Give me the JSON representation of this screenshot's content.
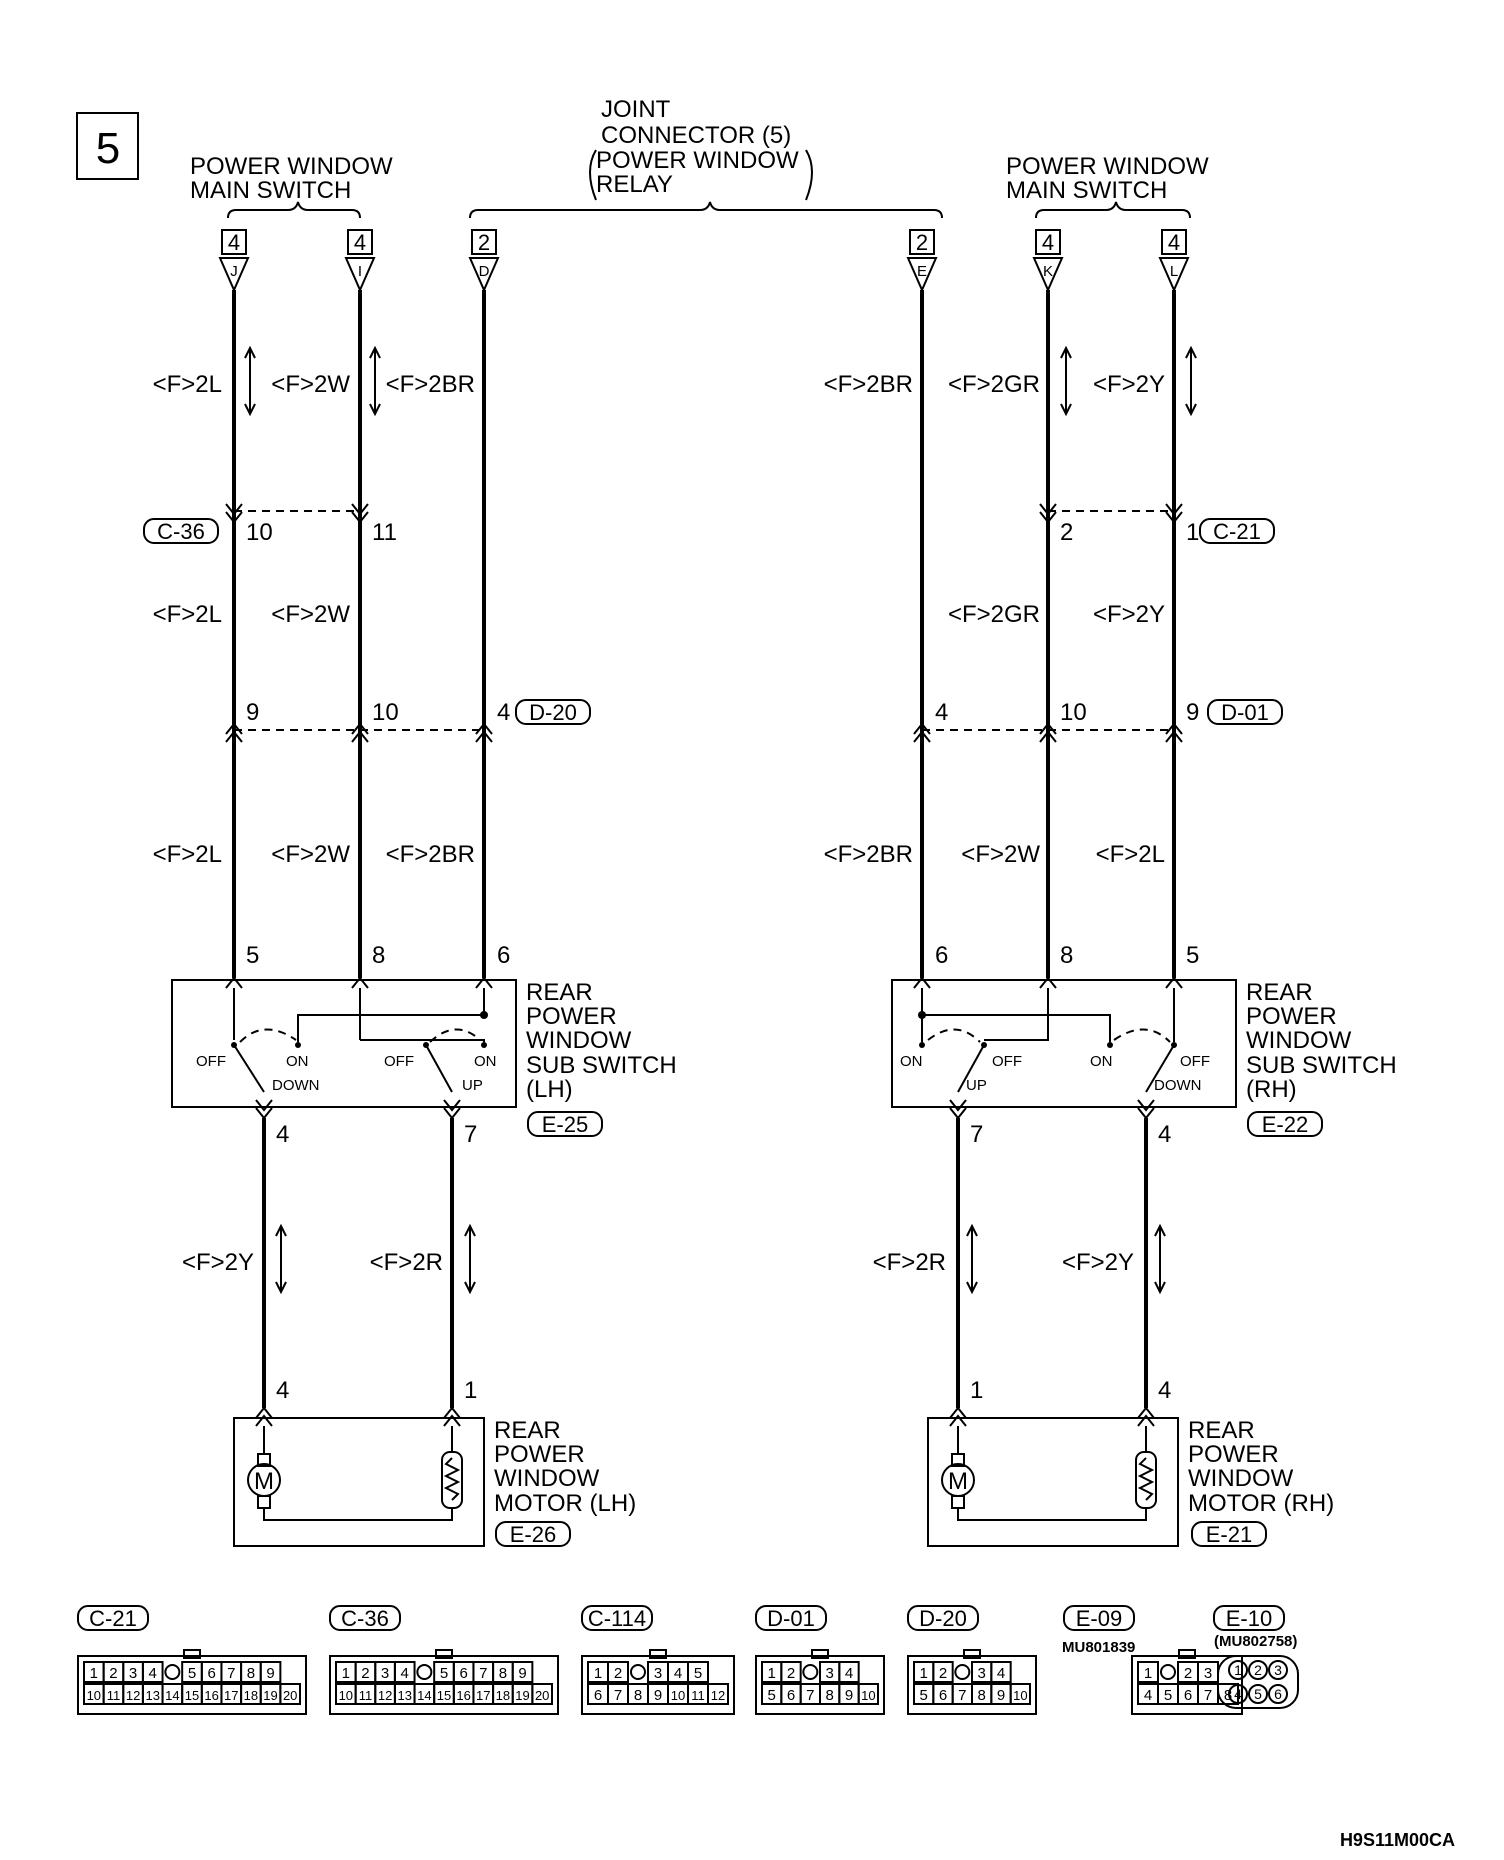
{
  "page_number": "5",
  "footer_code": "H9S11M00CA",
  "top_labels": {
    "main_switch_left": [
      "POWER WINDOW",
      "MAIN SWITCH"
    ],
    "joint_connector": [
      "JOINT",
      "CONNECTOR (5)",
      "POWER WINDOW",
      "RELAY"
    ],
    "main_switch_right": [
      "POWER WINDOW",
      "MAIN SWITCH"
    ]
  },
  "terminals": [
    {
      "num": "4",
      "letter": "J"
    },
    {
      "num": "4",
      "letter": "I"
    },
    {
      "num": "2",
      "letter": "D"
    },
    {
      "num": "2",
      "letter": "E"
    },
    {
      "num": "4",
      "letter": "K"
    },
    {
      "num": "4",
      "letter": "L"
    }
  ],
  "wire_labels": {
    "row1": [
      "<F>2L",
      "<F>2W",
      "<F>2BR",
      "<F>2BR",
      "<F>2GR",
      "<F>2Y"
    ],
    "row2": [
      "<F>2L",
      "<F>2W",
      "<F>2GR",
      "<F>2Y"
    ],
    "row3": [
      "<F>2L",
      "<F>2W",
      "<F>2BR",
      "<F>2BR",
      "<F>2W",
      "<F>2L"
    ],
    "row4": [
      "<F>2Y",
      "<F>2R",
      "<F>2R",
      "<F>2Y"
    ]
  },
  "connector_tags": {
    "c36": "C-36",
    "c21": "C-21",
    "d20": "D-20",
    "d01": "D-01",
    "e25": "E-25",
    "e22": "E-22",
    "e26": "E-26",
    "e21": "E-21"
  },
  "pins": {
    "c36": [
      "10",
      "11"
    ],
    "c21": [
      "2",
      "1"
    ],
    "d20": [
      "9",
      "10",
      "4"
    ],
    "d01": [
      "4",
      "10",
      "9"
    ],
    "sub_lh_top": [
      "5",
      "8",
      "6"
    ],
    "sub_rh_top": [
      "6",
      "8",
      "5"
    ],
    "sub_lh_bottom": [
      "4",
      "7"
    ],
    "sub_rh_bottom": [
      "7",
      "4"
    ],
    "motor_lh_top": [
      "4",
      "1"
    ],
    "motor_rh_top": [
      "1",
      "4"
    ]
  },
  "sub_switch_lh": {
    "label": [
      "REAR",
      "POWER",
      "WINDOW",
      "SUB SWITCH",
      "(LH)"
    ],
    "contacts": [
      "OFF",
      "ON",
      "DOWN",
      "OFF",
      "ON",
      "UP"
    ]
  },
  "sub_switch_rh": {
    "label": [
      "REAR",
      "POWER",
      "WINDOW",
      "SUB SWITCH",
      "(RH)"
    ],
    "contacts": [
      "ON",
      "OFF",
      "UP",
      "ON",
      "OFF",
      "DOWN"
    ]
  },
  "motor_lh": {
    "label": [
      "REAR",
      "POWER",
      "WINDOW",
      "MOTOR (LH)"
    ],
    "symbol": "M"
  },
  "motor_rh": {
    "label": [
      "REAR",
      "POWER",
      "WINDOW",
      "MOTOR (RH)"
    ],
    "symbol": "M"
  },
  "connector_faces": [
    {
      "name": "C-21",
      "rows": [
        [
          "1",
          "2",
          "3",
          "4",
          "",
          "5",
          "6",
          "7",
          "8",
          "9"
        ],
        [
          "10",
          "11",
          "12",
          "13",
          "14",
          "15",
          "16",
          "17",
          "18",
          "19",
          "20"
        ]
      ]
    },
    {
      "name": "C-36",
      "rows": [
        [
          "1",
          "2",
          "3",
          "4",
          "",
          "5",
          "6",
          "7",
          "8",
          "9"
        ],
        [
          "10",
          "11",
          "12",
          "13",
          "14",
          "15",
          "16",
          "17",
          "18",
          "19",
          "20"
        ]
      ]
    },
    {
      "name": "C-114",
      "rows": [
        [
          "1",
          "2",
          "",
          "3",
          "4",
          "5"
        ],
        [
          "6",
          "7",
          "8",
          "9",
          "10",
          "11",
          "12"
        ]
      ]
    },
    {
      "name": "D-01",
      "rows": [
        [
          "1",
          "2",
          "",
          "3",
          "4"
        ],
        [
          "5",
          "6",
          "7",
          "8",
          "9",
          "10"
        ]
      ]
    },
    {
      "name": "D-20",
      "rows": [
        [
          "1",
          "2",
          "",
          "3",
          "4"
        ],
        [
          "5",
          "6",
          "7",
          "8",
          "9",
          "10"
        ]
      ]
    },
    {
      "name": "E-09",
      "part_no": "MU801839",
      "rows": [
        [
          "1",
          "",
          "2",
          "3"
        ],
        [
          "4",
          "5",
          "6",
          "7",
          "8"
        ]
      ]
    },
    {
      "name": "E-10",
      "part_no": "(MU802758)",
      "rows": [
        [
          "1",
          "2",
          "3"
        ],
        [
          "4",
          "5",
          "6"
        ]
      ]
    }
  ]
}
